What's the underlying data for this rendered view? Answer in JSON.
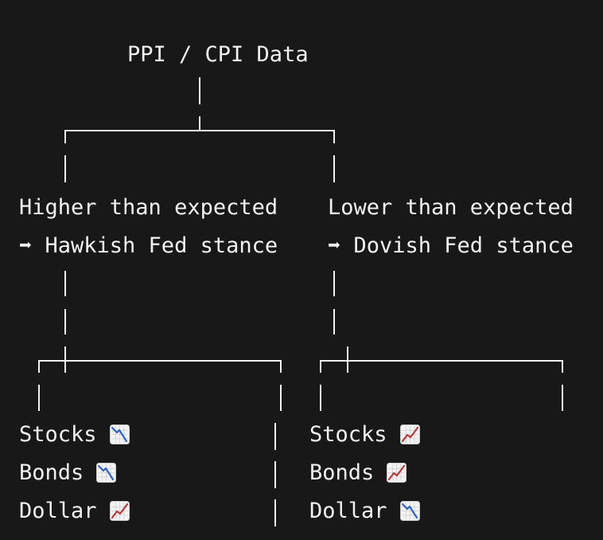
{
  "root": {
    "label": "PPI / CPI Data"
  },
  "branches": [
    {
      "condition": "Higher than expected",
      "stance": "➡ Hawkish Fed stance",
      "assets": [
        {
          "name": "Stocks",
          "trend": "down",
          "icon": "chart-decreasing-icon"
        },
        {
          "name": "Bonds",
          "trend": "down",
          "icon": "chart-decreasing-icon"
        },
        {
          "name": "Dollar",
          "trend": "up",
          "icon": "chart-increasing-icon"
        }
      ]
    },
    {
      "condition": "Lower than expected",
      "stance": "➡ Dovish Fed stance",
      "assets": [
        {
          "name": "Stocks",
          "trend": "up",
          "icon": "chart-increasing-icon"
        },
        {
          "name": "Bonds",
          "trend": "up",
          "icon": "chart-increasing-icon"
        },
        {
          "name": "Dollar",
          "trend": "down",
          "icon": "chart-decreasing-icon"
        }
      ]
    }
  ],
  "colors": {
    "background": "#181818",
    "text": "#f2f2f2",
    "trend_up": "#b83a3a",
    "trend_down": "#2f63c9"
  }
}
